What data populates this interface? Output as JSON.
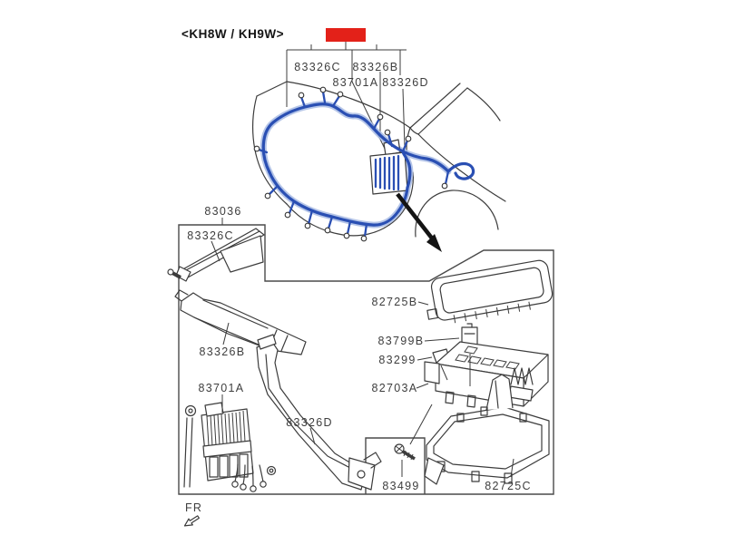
{
  "header": {
    "model_code": "<KH8W / KH9W>"
  },
  "top_callouts": {
    "c83326c": "83326C",
    "c83326b": "83326B",
    "c83701a": "83701A",
    "c83326d": "83326D"
  },
  "left_box": {
    "title": "83036",
    "l83326c": "83326C",
    "l83326b": "83326B",
    "l83701a": "83701A",
    "l83326d": "83326D"
  },
  "right_box": {
    "l82725b": "82725B",
    "l83799b": "83799B",
    "l83299": "83299",
    "l82703a": "82703A",
    "l83499": "83499",
    "l82725c": "82725C"
  },
  "footer": {
    "direction_label": "FR"
  },
  "icons": {
    "highlight_marker": "red-highlight-box",
    "direction_arrow": "front-direction-arrow-icon"
  },
  "colors": {
    "highlight_red": "#e32119",
    "harness_blue": "#2a4fb3",
    "harness_halo": "#a9bce4",
    "line": "#3c3c3c"
  }
}
